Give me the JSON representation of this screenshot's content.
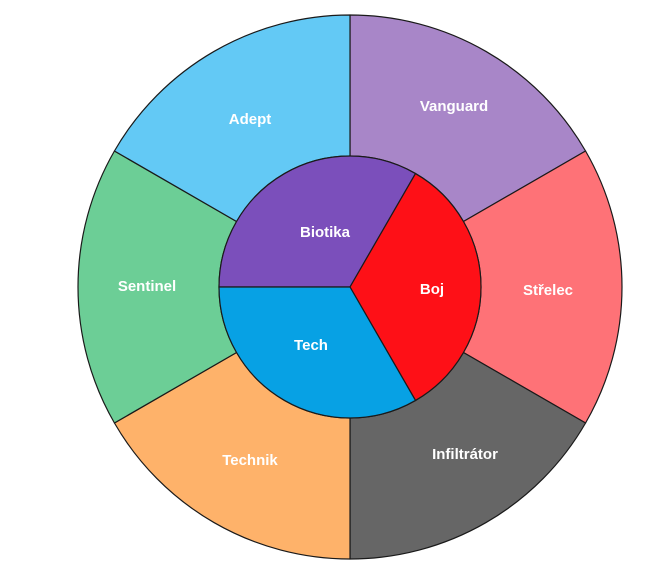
{
  "diagram": {
    "outer_ring": [
      {
        "label": "Vanguard",
        "color": "#a886c8"
      },
      {
        "label": "Střelec",
        "color": "#fe7277"
      },
      {
        "label": "Infiltrátor",
        "color": "#666666"
      },
      {
        "label": "Technik",
        "color": "#feb26a"
      },
      {
        "label": "Sentinel",
        "color": "#6cce96"
      },
      {
        "label": "Adept",
        "color": "#63c9f5"
      }
    ],
    "inner_circle": [
      {
        "label": "Biotika",
        "color": "#7b4fbb"
      },
      {
        "label": "Boj",
        "color": "#fe1017"
      },
      {
        "label": "Tech",
        "color": "#07a1e4"
      }
    ]
  }
}
